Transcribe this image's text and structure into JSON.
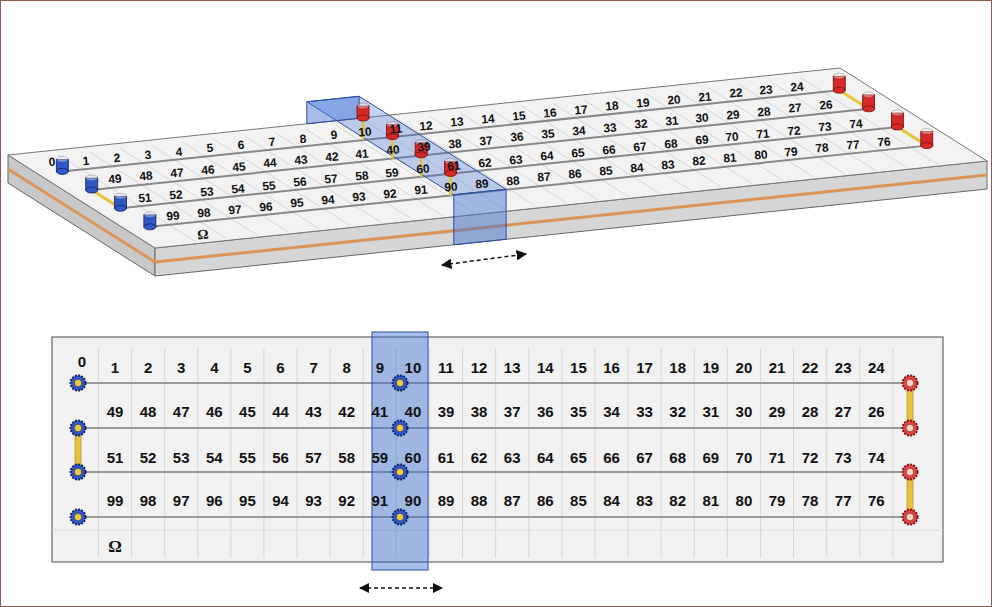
{
  "diagram": {
    "labels": [
      "0",
      "1",
      "2",
      "3",
      "4",
      "5",
      "6",
      "7",
      "8",
      "9",
      "10",
      "11",
      "12",
      "13",
      "14",
      "15",
      "16",
      "17",
      "18",
      "19",
      "20",
      "21",
      "22",
      "23",
      "24",
      "49",
      "48",
      "47",
      "46",
      "45",
      "44",
      "43",
      "42",
      "41",
      "40",
      "39",
      "38",
      "37",
      "36",
      "35",
      "34",
      "33",
      "32",
      "31",
      "30",
      "29",
      "28",
      "27",
      "26",
      "51",
      "52",
      "53",
      "54",
      "55",
      "56",
      "57",
      "58",
      "59",
      "60",
      "61",
      "62",
      "63",
      "64",
      "65",
      "66",
      "67",
      "68",
      "69",
      "70",
      "71",
      "72",
      "73",
      "74",
      "99",
      "98",
      "97",
      "96",
      "95",
      "94",
      "93",
      "92",
      "91",
      "90",
      "89",
      "88",
      "87",
      "86",
      "85",
      "84",
      "83",
      "82",
      "81",
      "80",
      "79",
      "78",
      "77",
      "76",
      "Ω",
      "0",
      "1",
      "2",
      "3",
      "4",
      "5",
      "6",
      "7",
      "8",
      "9",
      "10",
      "11",
      "12",
      "13",
      "14",
      "15",
      "16",
      "17",
      "18",
      "19",
      "20",
      "21",
      "22",
      "23",
      "24",
      "49",
      "48",
      "47",
      "46",
      "45",
      "44",
      "43",
      "42",
      "41",
      "40",
      "39",
      "38",
      "37",
      "36",
      "35",
      "34",
      "33",
      "32",
      "31",
      "30",
      "29",
      "28",
      "27",
      "26",
      "51",
      "52",
      "53",
      "54",
      "55",
      "56",
      "57",
      "58",
      "59",
      "60",
      "61",
      "62",
      "63",
      "64",
      "65",
      "66",
      "67",
      "68",
      "69",
      "70",
      "71",
      "72",
      "73",
      "74",
      "99",
      "98",
      "97",
      "96",
      "95",
      "94",
      "93",
      "92",
      "91",
      "90",
      "89",
      "88",
      "87",
      "86",
      "85",
      "84",
      "83",
      "82",
      "81",
      "80",
      "79",
      "78",
      "77",
      "76",
      "Ω"
    ]
  }
}
